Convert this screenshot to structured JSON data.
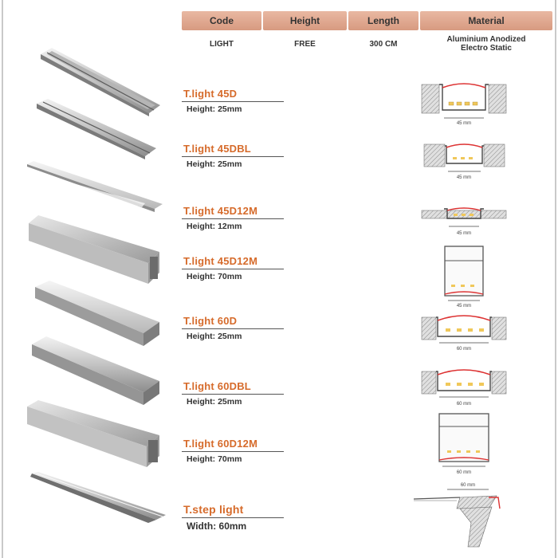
{
  "table": {
    "headers": [
      "Code",
      "Height",
      "Length",
      "Material"
    ],
    "values": {
      "code": "LIGHT",
      "height": "FREE",
      "length": "300 CM",
      "material_line1": "Aluminium Anodized",
      "material_line2": "Electro Static"
    }
  },
  "products": [
    {
      "name": "T.light 45D",
      "dim": "Height: 25mm",
      "section_width": "45 mm"
    },
    {
      "name": "T.light 45DBL",
      "dim": "Height: 25mm",
      "section_width": "45 mm"
    },
    {
      "name": "T.light 45D12M",
      "dim": "Height: 12mm",
      "section_width": "45 mm"
    },
    {
      "name": "T.light 45D12M",
      "dim": "Height: 70mm",
      "section_width": "45 mm"
    },
    {
      "name": "T.light 60D",
      "dim": "Height: 25mm",
      "section_width": "60 mm"
    },
    {
      "name": "T.light 60DBL",
      "dim": "Height: 25mm",
      "section_width": "60 mm"
    },
    {
      "name": "T.light 60D12M",
      "dim": "Height: 70mm",
      "section_width": "60 mm"
    },
    {
      "name": "T.step light",
      "dim": "Width: 60mm",
      "section_width": "60 mm"
    }
  ],
  "colors": {
    "accent": "#d66b2b",
    "header_fill": "#dfa68c"
  }
}
